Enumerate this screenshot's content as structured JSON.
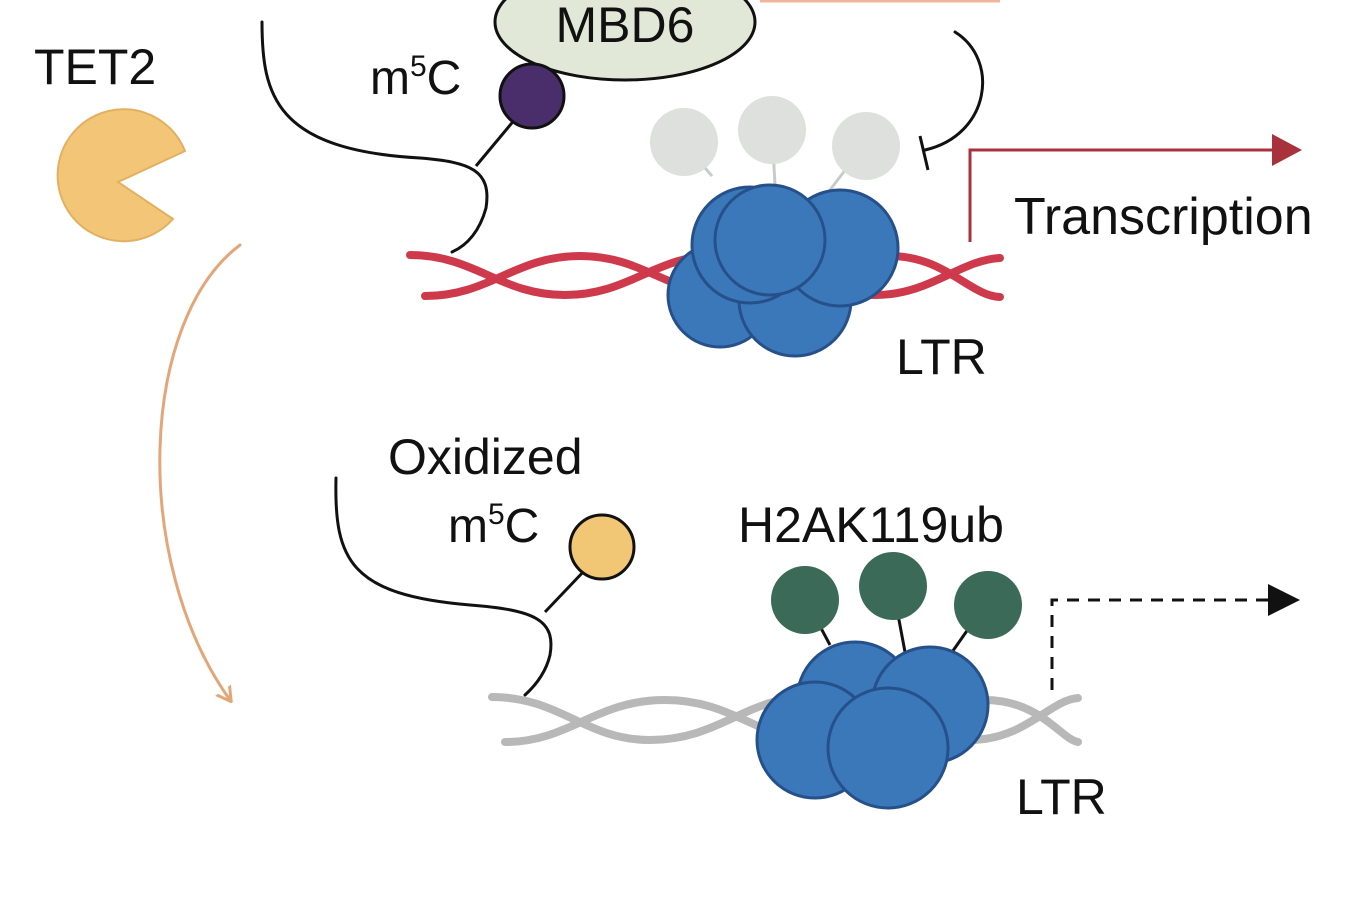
{
  "labels": {
    "tet2": "TET2",
    "mbd6": "MBD6",
    "m5c_top_base": "m",
    "m5c_top_sup": "5",
    "m5c_top_tail": "C",
    "transcription": "Transcription",
    "ltr_top": "LTR",
    "oxidized": "Oxidized",
    "m5c_bottom_base": "m",
    "m5c_bottom_sup": "5",
    "m5c_bottom_tail": "C",
    "h2ak119ub": "H2AK119ub",
    "ltr_bottom": "LTR"
  },
  "colors": {
    "tet2": "#F3C677",
    "tet2_stroke": "#E2B060",
    "mbd6_fill": "#E1E8D8",
    "m5c_methyl": "#4A2E6B",
    "m5c_oxidized": "#F1C674",
    "nucleosome": "#3B78BA",
    "nucleosome_stroke": "#26508A",
    "dna_active": "#CE3A4B",
    "dna_silent": "#B8B8B8",
    "histone_mark_faded": "#DDE0DD",
    "h2ak119ub": "#3C6A58",
    "transcription_arrow": "#A8323C",
    "tet2_arrow": "#E3A679",
    "connector_line": "#F3B49C"
  },
  "icons": {
    "tet2": "pacman-enzyme-icon",
    "transcription_arrow": "bent-arrow-icon",
    "repression": "inhibition-bar-icon"
  }
}
